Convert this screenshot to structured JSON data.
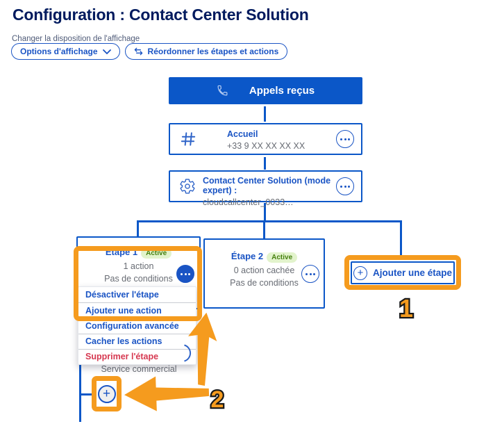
{
  "page": {
    "title": "Configuration : Contact Center Solution",
    "subtitle": "Changer la disposition de l'affichage"
  },
  "toolbar": {
    "options_button": "Options d'affichage",
    "reorder_button": "Réordonner les étapes et actions"
  },
  "flow": {
    "root": {
      "title": "Appels reçus"
    },
    "access": {
      "title": "Accueil",
      "subtitle": "+33 9 XX XX XX XX"
    },
    "solution": {
      "title": "Contact Center Solution (mode expert) :",
      "subtitle": "cloudcallcenter_0033…"
    },
    "steps": [
      {
        "name": "Étape 1",
        "badge": "Active",
        "line1": "1 action",
        "line2": "Pas de conditions"
      },
      {
        "name": "Étape 2",
        "badge": "Active",
        "line1": "0 action cachée",
        "line2": "Pas de conditions"
      }
    ],
    "add_step_label": "Ajouter une étape",
    "add_step_plus": "+",
    "add_action_plus": "+",
    "hidden_action_label": "Service commercial"
  },
  "menu": {
    "items": [
      {
        "label": "Désactiver l'étape"
      },
      {
        "label": "Ajouter une action"
      },
      {
        "label": "Configuration avancée"
      },
      {
        "label": "Cacher les actions"
      },
      {
        "label": "Supprimer l'étape"
      }
    ]
  },
  "annotations": {
    "step_one": "1",
    "step_two": "2"
  },
  "colors": {
    "accent_blue": "#0b57c8",
    "link_blue": "#1a54c4",
    "title_navy": "#001a5e",
    "text_gray": "#676b73",
    "badge_green_bg": "#e2f3cc",
    "badge_green_text": "#45800f",
    "danger_red": "#d63850",
    "annotation_orange": "#f59b1e"
  }
}
